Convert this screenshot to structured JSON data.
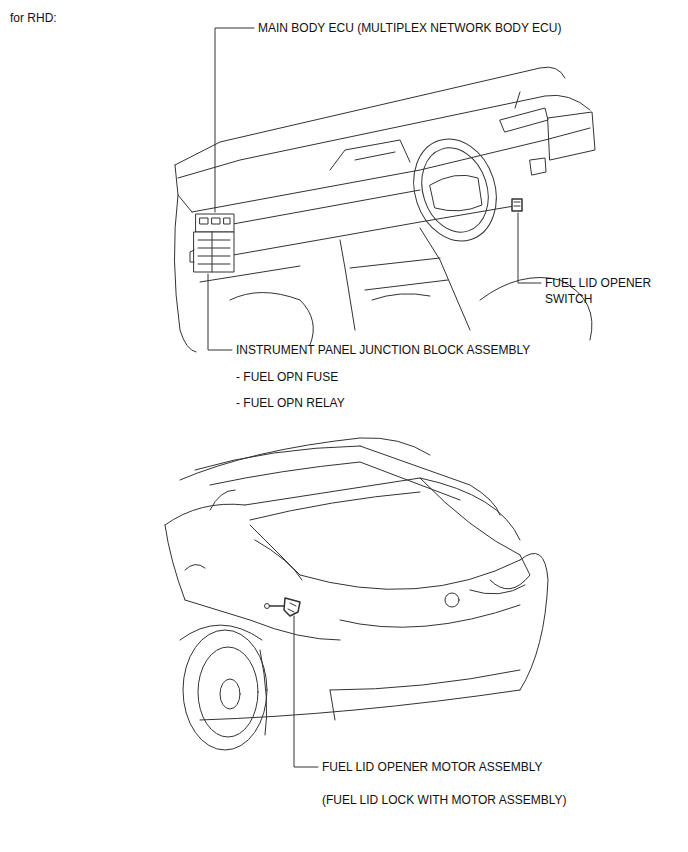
{
  "diagram": {
    "title": "for RHD:",
    "labels": [
      "MAIN BODY ECU (MULTIPLEX NETWORK BODY ECU)",
      "FUEL LID OPENER SWITCH",
      "INSTRUMENT PANEL JUNCTION BLOCK ASSEMBLY",
      "- FUEL OPN FUSE",
      "- FUEL OPN RELAY",
      "FUEL LID OPENER MOTOR ASSEMBLY",
      "(FUEL LID LOCK WITH MOTOR ASSEMBLY)"
    ]
  }
}
